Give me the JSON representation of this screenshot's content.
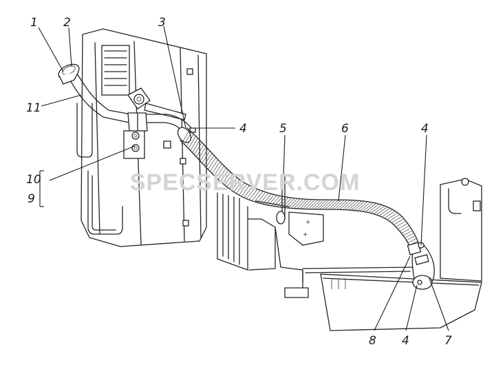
{
  "watermark": "SPECSERVER.COM",
  "callouts": {
    "c1": "1",
    "c2": "2",
    "c3": "3",
    "c4a": "4",
    "c5": "5",
    "c6": "6",
    "c4b": "4",
    "c11": "11",
    "c10": "10",
    "c9": "9",
    "c8": "8",
    "c4c": "4",
    "c7": "7"
  }
}
